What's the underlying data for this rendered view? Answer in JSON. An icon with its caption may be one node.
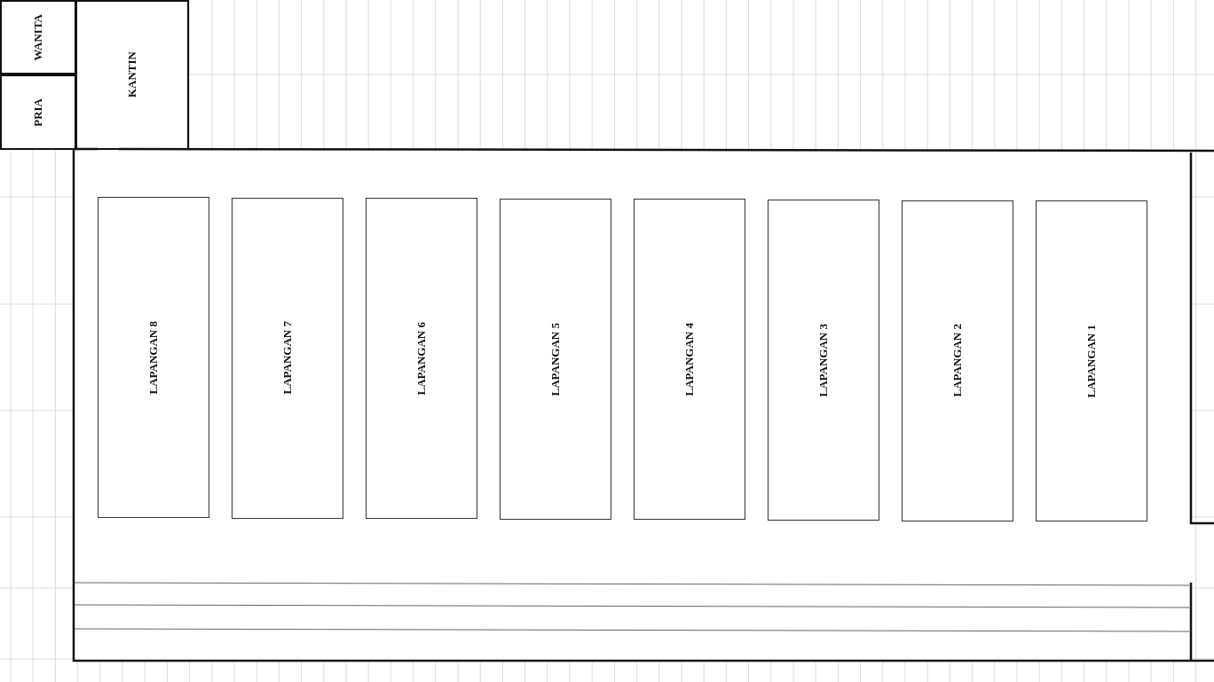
{
  "diagram": {
    "nodes": [
      {
        "text": [
          "WANITA"
        ]
      },
      {
        "text": [
          "PRIA"
        ]
      },
      {
        "text": [
          "KANTIN"
        ]
      },
      {
        "text": [],
        "shape": "box"
      },
      {
        "text": [
          "LAPANGAN 8"
        ],
        "in": 3
      },
      {
        "text": [
          "LAPANGAN 7"
        ],
        "in": 3
      },
      {
        "text": [
          "LAPANGAN 6"
        ],
        "in": 3
      },
      {
        "text": [
          "LAPANGAN 5"
        ],
        "in": 3
      },
      {
        "text": [
          "LAPANGAN 4"
        ],
        "in": 3
      },
      {
        "text": [
          "LAPANGAN 3"
        ],
        "in": 3
      },
      {
        "text": [
          "LAPANGAN 2"
        ],
        "in": 3
      },
      {
        "text": [
          "LAPANGAN 1"
        ],
        "in": 3
      }
    ]
  }
}
